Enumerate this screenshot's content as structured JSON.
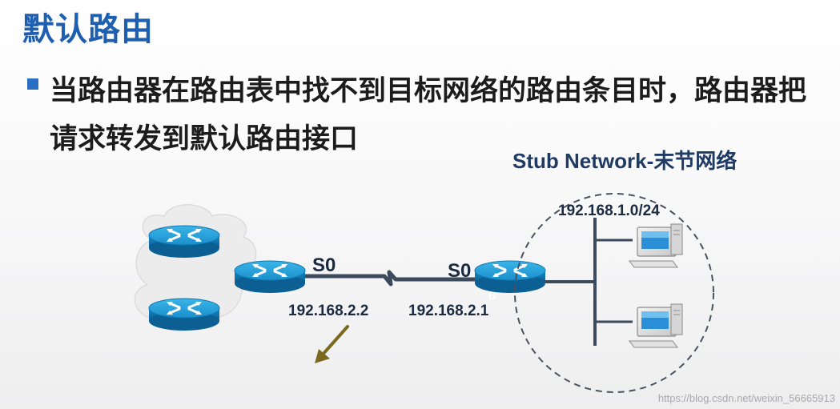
{
  "slide": {
    "title": "默认路由",
    "bullet": "当路由器在路由表中找不到目标网络的路由条目时，路由器把请求转发到默认路由接口"
  },
  "diagram": {
    "stub_title": "Stub Network-末节网络",
    "lan_subnet": "192.168.1.0/24",
    "left_router_if": "S0",
    "left_router_ip": "192.168.2.2",
    "right_router_if": "S0",
    "right_router_ip": "192.168.2.1",
    "right_router_tag": "B"
  },
  "colors": {
    "title": "#1f5fb0",
    "bullet_square": "#2c6fc0",
    "router_body": "#1597d4",
    "serial_link": "#3b4a5c",
    "arrow": "#7a6a20",
    "dashed_circle": "#4a5260"
  },
  "watermark": "https://blog.csdn.net/weixin_56665913"
}
